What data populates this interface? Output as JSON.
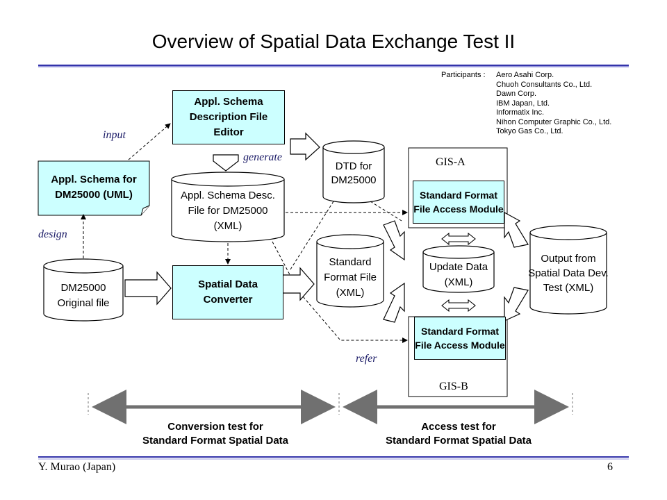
{
  "slide": {
    "title": "Overview of Spatial Data Exchange Test II",
    "footer_author": "Y. Murao (Japan)",
    "page_number": "6"
  },
  "participants": {
    "label": "Participants :",
    "names": "Aero Asahi Corp.\nChuoh Consultants Co., Ltd.\nDawn Corp.\nIBM Japan, Ltd.\nInformatix Inc.\nNihon Computer Graphic Co., Ltd.\nTokyo Gas Co., Ltd."
  },
  "nodes": {
    "editor": "Appl. Schema Description File Editor",
    "uml_doc": "Appl. Schema for DM25000 (UML)",
    "schema_file": "Appl. Schema Desc. File for DM25000 (XML)",
    "dtd": "DTD  for DM25000",
    "original": "DM25000 Original file",
    "converter": "Spatial Data Converter",
    "std_file": "Standard Format File (XML)",
    "update": "Update Data (XML)",
    "output": "Output from Spatial Data Dev. Test (XML)",
    "module_a": "Standard Format File Access Module",
    "module_b": "Standard Format File Access Module",
    "gis_a": "GIS-A",
    "gis_b": "GIS-B"
  },
  "edge_labels": {
    "input": "input",
    "design": "design",
    "generate": "generate",
    "refer": "refer"
  },
  "phases": {
    "conversion": "Conversion test for\nStandard Format Spatial Data",
    "access": "Access test for\nStandard Format Spatial Data"
  },
  "colors": {
    "box_fill": "#ccffff",
    "rule": "#3333aa"
  }
}
